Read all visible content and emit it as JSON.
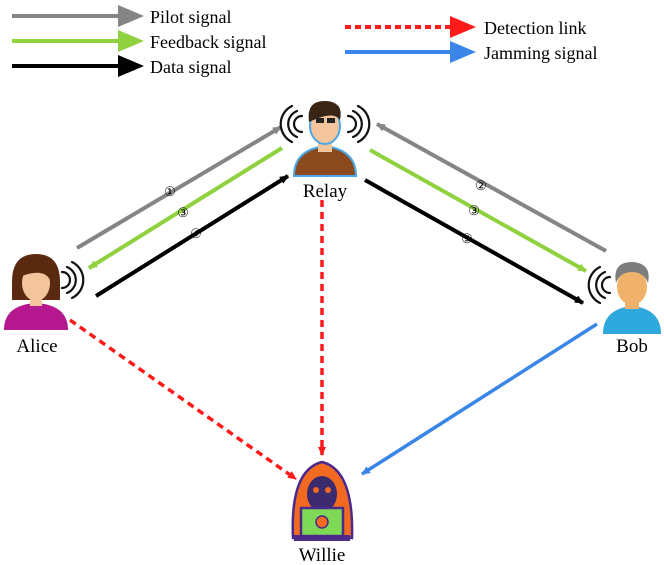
{
  "legend": {
    "pilot": "Pilot signal",
    "feedback": "Feedback signal",
    "data": "Data signal",
    "detection": "Detection link",
    "jamming": "Jamming signal"
  },
  "nodes": {
    "alice": "Alice",
    "relay": "Relay",
    "bob": "Bob",
    "willie": "Willie"
  },
  "steps": {
    "alice_relay_pilot": "①",
    "alice_relay_feedback": "③",
    "alice_relay_data": "④",
    "bob_relay_pilot": "②",
    "bob_relay_feedback": "③",
    "relay_bob_data": "⑤"
  },
  "colors": {
    "pilot": "#858585",
    "feedback": "#8fd13f",
    "data": "#000000",
    "detection": "#ff1a1a",
    "jamming": "#3a86e8",
    "alice_shirt": "#b5178f",
    "relay_shirt": "#8a4a1e",
    "bob_shirt": "#2fa8de",
    "willie_hood": "#f26a21",
    "willie_laptop": "#7ed957"
  }
}
